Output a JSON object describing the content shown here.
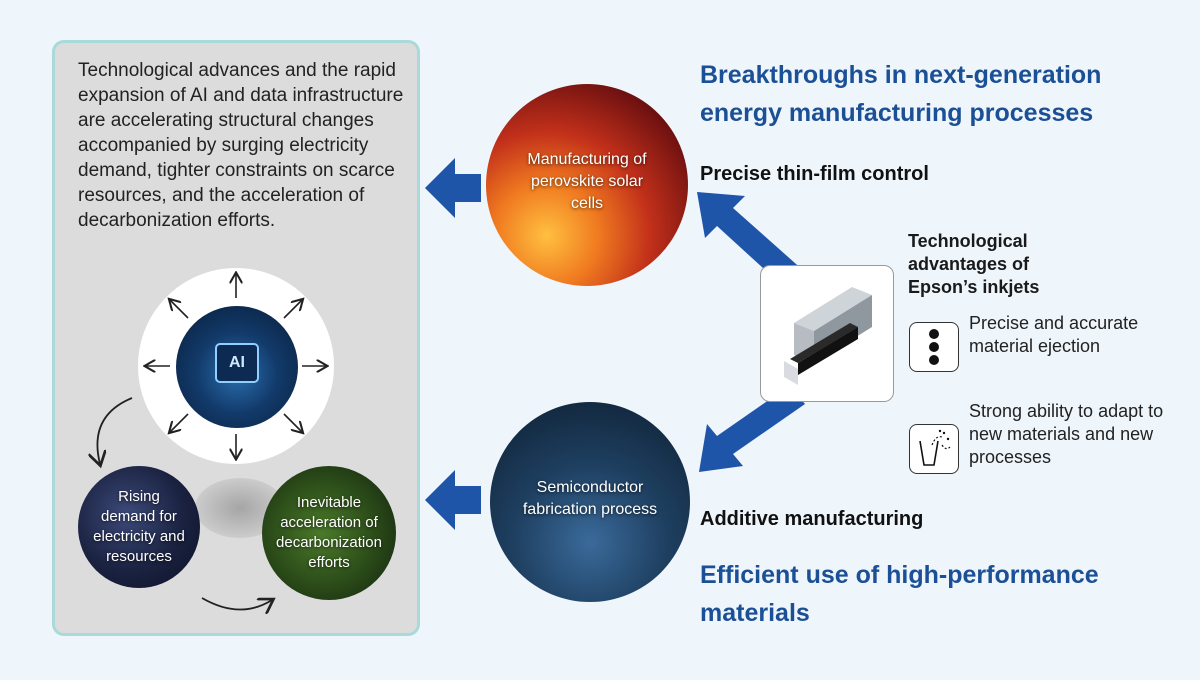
{
  "intro_text": "Technological advances and the rapid expansion of AI and data infrastructure are accelerating structural changes accompanied by surging electricity demand, tighter constraints on scarce resources, and the acceleration of decarbonization efforts.",
  "ai_label": "AI",
  "demand_label": "Rising demand for electricity and resources",
  "decarb_label": "Inevitable acceleration of decarbonization efforts",
  "perovskite_label": "Manufacturing of perovskite solar cells",
  "semiconductor_label": "Semiconductor fabrication process",
  "heading_top": "Breakthroughs in next-generation energy manufacturing processes",
  "subheading_top": "Precise thin-film control",
  "subheading_bottom": "Additive manufacturing",
  "heading_bottom": "Efficient use of high-performance materials",
  "advantages_title": "Technological advantages of Epson’s inkjets",
  "feature_1": "Precise and accurate material ejection",
  "feature_2": "Strong ability to adapt to new materials and new processes",
  "colors": {
    "heading": "#1b4f96",
    "arrow": "#1f55a8",
    "panel_border": "#a9d9d9"
  }
}
